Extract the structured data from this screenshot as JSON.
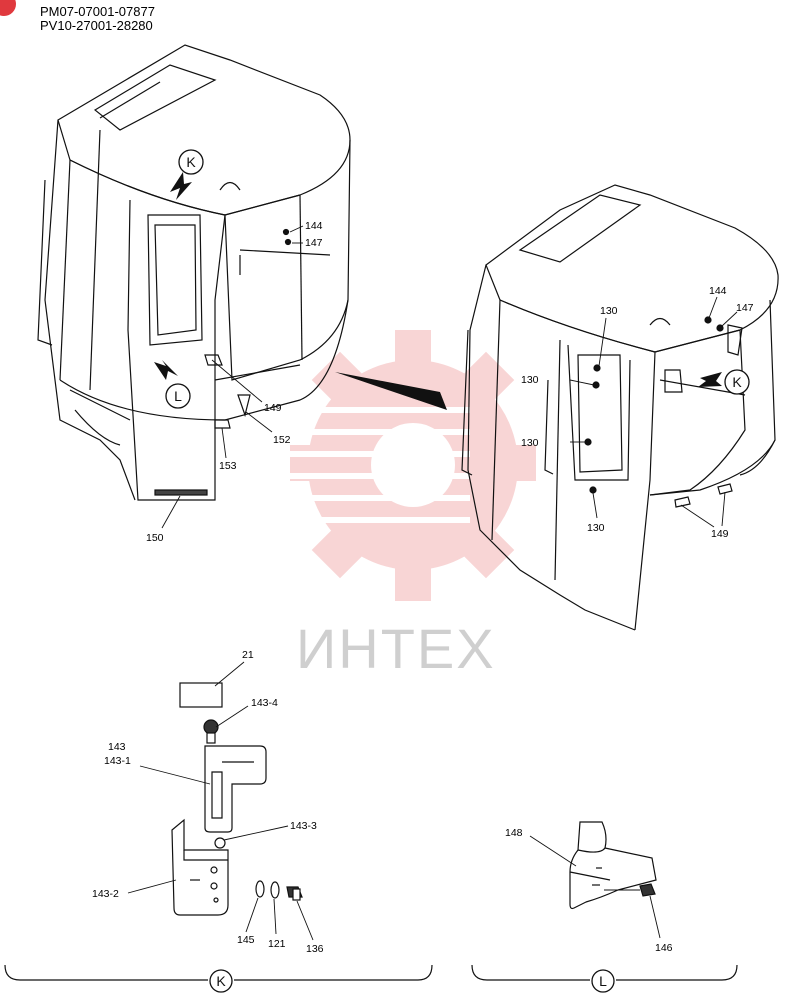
{
  "header": {
    "serial_1": "PM07-07001-07877",
    "serial_2": "PV10-27001-28280"
  },
  "watermark": {
    "text": "ИНТЕХ",
    "gear_color": "#f3b4b4",
    "text_color": "#cfcfcf"
  },
  "views": {
    "k_marker": "K",
    "l_marker": "L"
  },
  "callouts": {
    "c144": "144",
    "c147": "147",
    "c149": "149",
    "c152": "152",
    "c153": "153",
    "c150": "150",
    "c130": "130",
    "c21": "21",
    "c143": "143",
    "c143_1": "143-1",
    "c143_2": "143-2",
    "c143_3": "143-3",
    "c143_4": "143-4",
    "c145": "145",
    "c121": "121",
    "c136": "136",
    "c148": "148",
    "c146": "146"
  },
  "colors": {
    "line": "#111111",
    "badge": "#e0393e"
  }
}
